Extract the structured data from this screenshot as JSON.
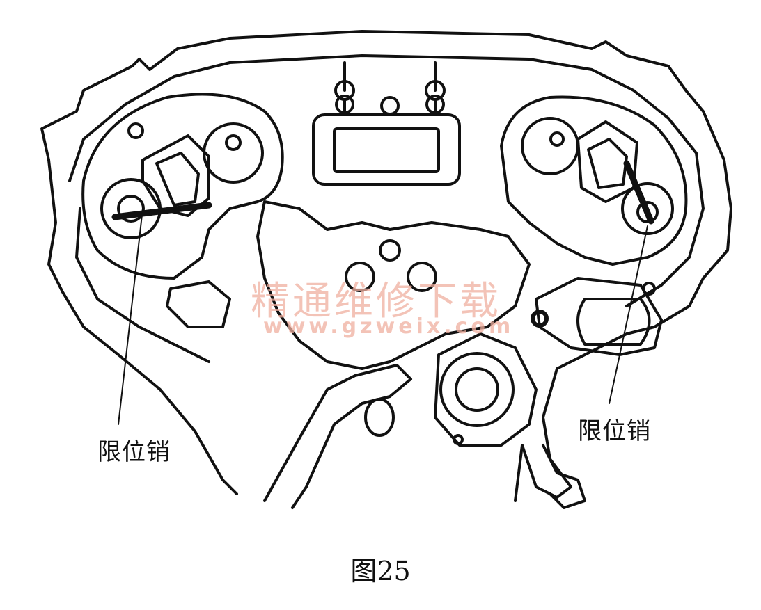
{
  "labels": {
    "left_pin": "限位销",
    "right_pin": "限位销"
  },
  "caption": "图25",
  "watermark": {
    "text": "精通维修下载",
    "url": "www.gzweix.com"
  },
  "colors": {
    "line": "#111111",
    "watermark": "#f0b0a0"
  }
}
